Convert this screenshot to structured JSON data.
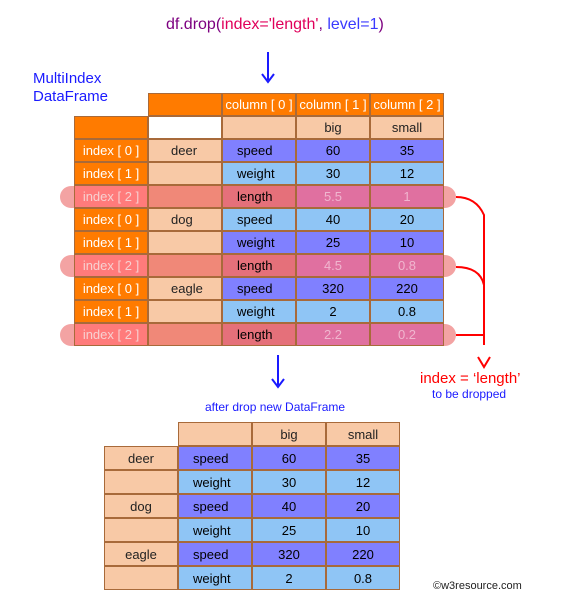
{
  "code": {
    "fn": "df.drop",
    "open": "(",
    "arg1": "index='length'",
    "sep": ", ",
    "arg2": "level=1",
    "close": ")"
  },
  "top_table": {
    "caption_line1": "MultiIndex",
    "caption_line2": "DataFrame",
    "col_headers": [
      "column [ 0 ]",
      "column [ 1 ]",
      "column [ 2 ]"
    ],
    "sub_headers": [
      "big",
      "small"
    ],
    "rows": [
      {
        "idx": "index [ 0 ]",
        "animal": "deer",
        "level": "speed",
        "big": "60",
        "small": "35",
        "drop": false
      },
      {
        "idx": "index [ 1 ]",
        "animal": "",
        "level": "weight",
        "big": "30",
        "small": "12",
        "drop": false
      },
      {
        "idx": "index [ 2 ]",
        "animal": "",
        "level": "length",
        "big": "5.5",
        "small": "1",
        "drop": true
      },
      {
        "idx": "index [ 0 ]",
        "animal": "dog",
        "level": "speed",
        "big": "40",
        "small": "20",
        "drop": false
      },
      {
        "idx": "index [ 1 ]",
        "animal": "",
        "level": "weight",
        "big": "25",
        "small": "10",
        "drop": false
      },
      {
        "idx": "index [ 2 ]",
        "animal": "",
        "level": "length",
        "big": "4.5",
        "small": "0.8",
        "drop": true
      },
      {
        "idx": "index [ 0 ]",
        "animal": "eagle",
        "level": "speed",
        "big": "320",
        "small": "220",
        "drop": false
      },
      {
        "idx": "index [ 1 ]",
        "animal": "",
        "level": "weight",
        "big": "2",
        "small": "0.8",
        "drop": false
      },
      {
        "idx": "index [ 2 ]",
        "animal": "",
        "level": "length",
        "big": "2.2",
        "small": "0.2",
        "drop": true
      }
    ]
  },
  "note": {
    "line1": "index = ‘length’",
    "line2": "to be dropped"
  },
  "bottom_table": {
    "caption": "after drop new DataFrame",
    "col_headers": [
      "big",
      "small"
    ],
    "rows": [
      {
        "animal": "deer",
        "level": "speed",
        "big": "60",
        "small": "35"
      },
      {
        "animal": "",
        "level": "weight",
        "big": "30",
        "small": "12"
      },
      {
        "animal": "dog",
        "level": "speed",
        "big": "40",
        "small": "20"
      },
      {
        "animal": "",
        "level": "weight",
        "big": "25",
        "small": "10"
      },
      {
        "animal": "eagle",
        "level": "speed",
        "big": "320",
        "small": "220"
      },
      {
        "animal": "",
        "level": "weight",
        "big": "2",
        "small": "0.8"
      }
    ]
  },
  "footer": {
    "copyright": "©w3resource.com"
  },
  "colors": {
    "orange": "#ff7b00",
    "peach": "#f8c9a6",
    "blue_dark": "#8080ff",
    "blue_light": "#8fc5f5",
    "drop_highlight": "#f3a3a3",
    "arrow_blue": "#1a1aff",
    "arrow_red": "#ff0000"
  }
}
